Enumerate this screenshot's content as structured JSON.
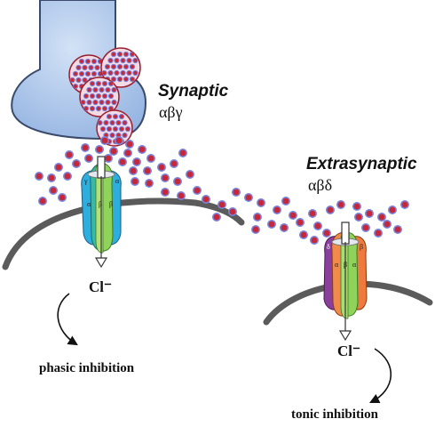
{
  "synaptic": {
    "title": "Synaptic",
    "subunits": "αβγ",
    "ion": "Cl⁻",
    "outcome": "phasic inhibition",
    "channel_letters": [
      "α",
      "β",
      "γ",
      "β",
      "α"
    ]
  },
  "extrasynaptic": {
    "title": "Extrasynaptic",
    "subunits": "αβδ",
    "ion": "Cl⁻",
    "outcome": "tonic inhibition",
    "channel_letters": [
      "δ",
      "α",
      "β",
      "α",
      "β"
    ]
  },
  "colors": {
    "terminal": "#a9c4ea",
    "terminal_stroke": "#3a4a6a",
    "membrane": "#5a5a5a",
    "gaba_fill": "#c62839",
    "gaba_ring": "#7a84d8",
    "alpha_blue": "#2eaede",
    "beta_green": "#8fd35a",
    "gamma_teal": "#38b8a8",
    "alpha_orange": "#f07a3e",
    "delta_purple": "#8a3f9c"
  }
}
